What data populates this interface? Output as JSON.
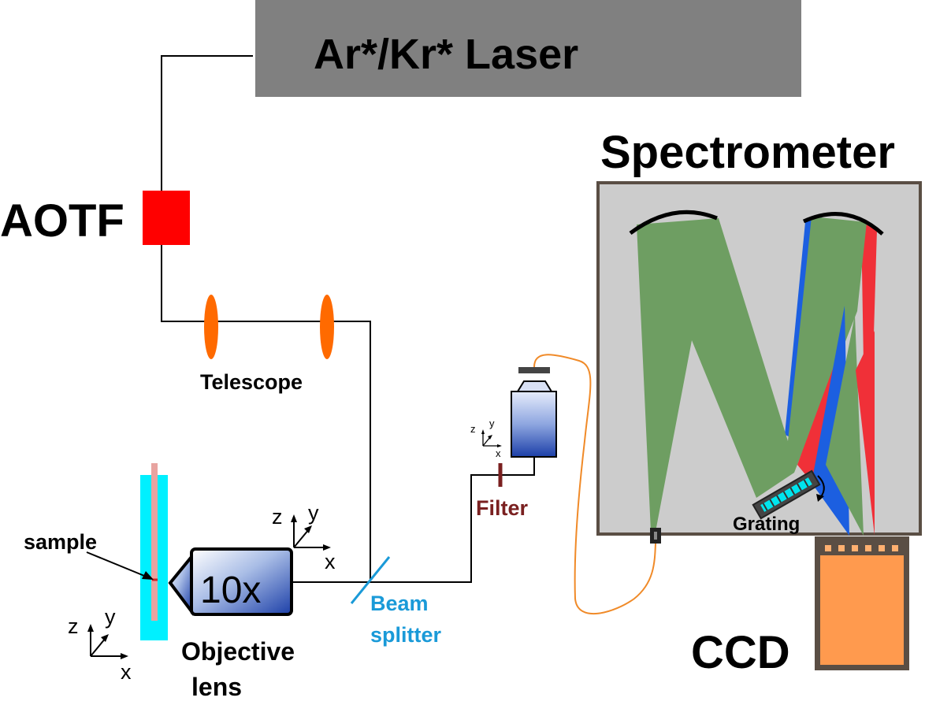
{
  "labels": {
    "laser": "Ar*/Kr* Laser",
    "aotf": "AOTF",
    "telescope": "Telescope",
    "spectrometer": "Spectrometer",
    "filter": "Filter",
    "grating": "Grating",
    "sample": "sample",
    "objective_line1": "Objective",
    "objective_line2": "lens",
    "magnification": "10x",
    "beam_line1": "Beam",
    "beam_line2": "splitter",
    "ccd": "CCD"
  },
  "axes": {
    "x": "x",
    "y": "y",
    "z": "z"
  },
  "colors": {
    "laser_box": "#808080",
    "aotf": "#ff0000",
    "lens": "#ff6a00",
    "spectrometer_bg": "#cccccc",
    "beam_green": "#6e9e62",
    "beam_blue": "#1c5fe0",
    "beam_red": "#f03038",
    "filter": "#7a2020",
    "beam_splitter": "#1a9ad8",
    "fiber": "#f08a28",
    "ccd": "#ff9a4e",
    "ccd_frame": "#5a4e44",
    "cuvette": "#00f0ff",
    "sample_rod": "#e8a4a0"
  }
}
